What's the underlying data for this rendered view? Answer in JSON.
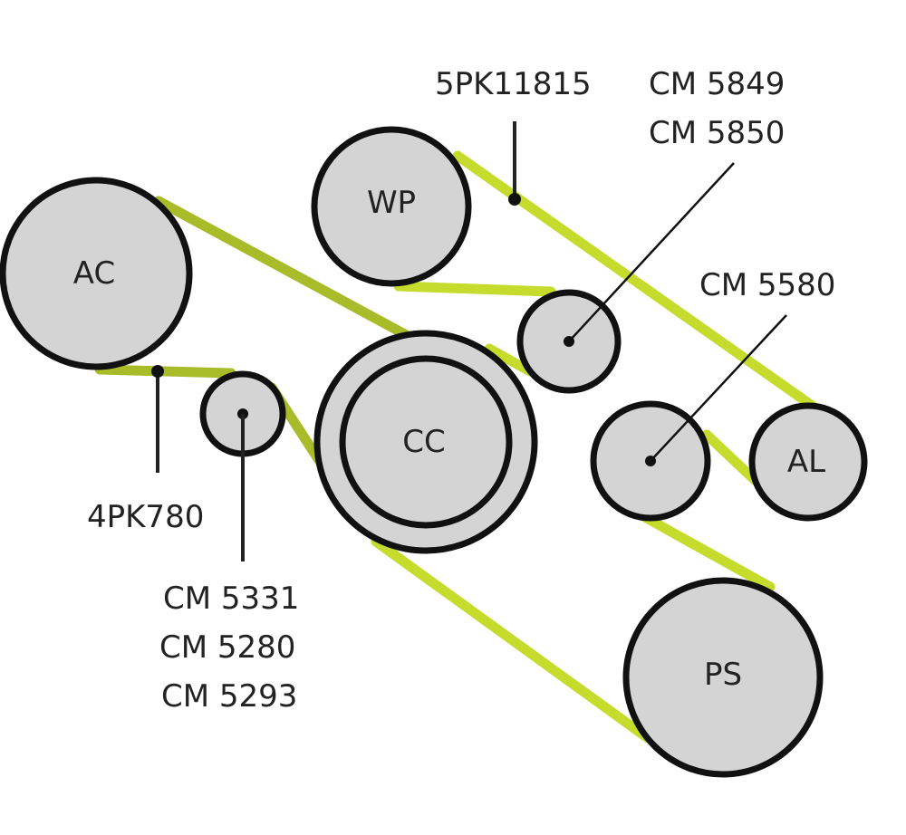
{
  "pulleys": {
    "ac": "AC",
    "wp": "WP",
    "cc": "CC",
    "al": "AL",
    "ps": "PS"
  },
  "belts": {
    "main": "5PK11815",
    "ac": "4PK780"
  },
  "parts": {
    "top_idler": [
      "CM 5849",
      "CM 5850"
    ],
    "mid_idler": "CM 5580",
    "ac_idler": [
      "CM 5331",
      "CM 5280",
      "CM 5293"
    ]
  },
  "colors": {
    "belt_main": "#c6dc2c",
    "belt_ac": "#a8bc2a",
    "pulley_fill": "#d4d4d4",
    "outline": "#111111"
  }
}
